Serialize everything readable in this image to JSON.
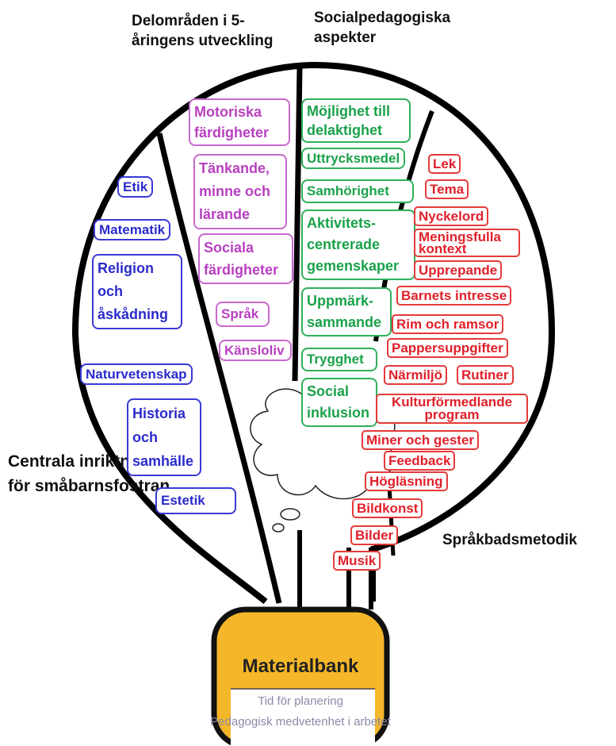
{
  "headings": {
    "col1": "Delområden i 5-åringens utveckling",
    "col2": "Socialpedagogiska aspekter",
    "left": "Centrala inriktningar för småbarnsfostran",
    "right": "Språkbadsmetodik"
  },
  "blue_items": [
    "Etik",
    "Matematik",
    "Religion och åskådning",
    "Naturvetenskap",
    "Historia och samhälle",
    "Estetik"
  ],
  "pink_items": [
    "Motoriska färdigheter",
    "Tänkande, minne och lärande",
    "Sociala färdigheter",
    "Språk",
    "Känsloliv"
  ],
  "green_items": [
    "Möjlighet till delaktighet",
    "Uttrycksmedel",
    "Samhörighet",
    "Aktivitets-centrerade gemenskaper",
    "Uppmärk-sammande",
    "Trygghet",
    "Social inklusion"
  ],
  "red_items": [
    "Lek",
    "Tema",
    "Nyckelord",
    "Meningsfulla kontext",
    "Upprepande",
    "Barnets intresse",
    "Rim och ramsor",
    "Pappersuppgifter",
    "Närmiljö",
    "Rutiner",
    "Kulturförmedlande program",
    "Miner och gester",
    "Feedback",
    "Högläsning",
    "Bildkonst",
    "Bilder",
    "Musik"
  ],
  "base": {
    "title": "Materialbank",
    "line1": "Tid för planering",
    "line2": "Pedagogisk medvetenhet i arbetet"
  },
  "colors": {
    "blue": "#2b2bcc",
    "pink": "#b840c0",
    "green": "#1aa24a",
    "red": "#e0202a",
    "base_fill": "#f5b72a"
  }
}
